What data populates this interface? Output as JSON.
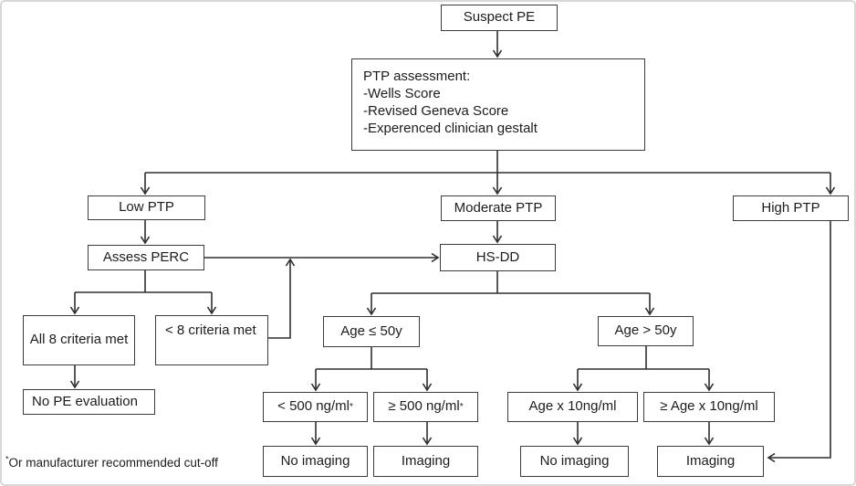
{
  "nodes": {
    "suspect_pe": {
      "label": "Suspect PE"
    },
    "ptp_assessment": {
      "title": "PTP assessment:",
      "items": [
        "-Wells Score",
        "-Revised Geneva Score",
        "-Experenced clinician gestalt"
      ]
    },
    "low_ptp": {
      "label": "Low PTP"
    },
    "moderate_ptp": {
      "label": "Moderate PTP"
    },
    "high_ptp": {
      "label": "High PTP"
    },
    "assess_perc": {
      "label": "Assess PERC"
    },
    "hs_dd": {
      "label": "HS-DD"
    },
    "all_8_criteria": {
      "label": "All 8 criteria met"
    },
    "lt_8_criteria": {
      "label": "< 8 criteria met"
    },
    "no_pe_evaluation": {
      "label": "No PE evaluation"
    },
    "age_le_50": {
      "label": "Age ≤ 50y"
    },
    "age_gt_50": {
      "label": "Age > 50y"
    },
    "lt_500": {
      "label": "< 500 ng/ml",
      "marker": "*"
    },
    "ge_500": {
      "label": "≥ 500 ng/ml",
      "marker": "*"
    },
    "age_x10": {
      "label": "Age x 10ng/ml"
    },
    "ge_age_x10": {
      "label": "≥ Age x 10ng/ml"
    },
    "no_imaging_low": {
      "label": "No imaging"
    },
    "imaging_low": {
      "label": "Imaging"
    },
    "no_imaging_mod": {
      "label": "No imaging"
    },
    "imaging_mod": {
      "label": "Imaging"
    }
  },
  "footnote": {
    "marker": "*",
    "text": "Or manufacturer recommended cut-off"
  },
  "colors": {
    "line": "#2e2e2e",
    "box_border": "#3b3b3b",
    "frame_border": "#d8d8d8",
    "background": "#ffffff",
    "text": "#1c1c1c"
  }
}
